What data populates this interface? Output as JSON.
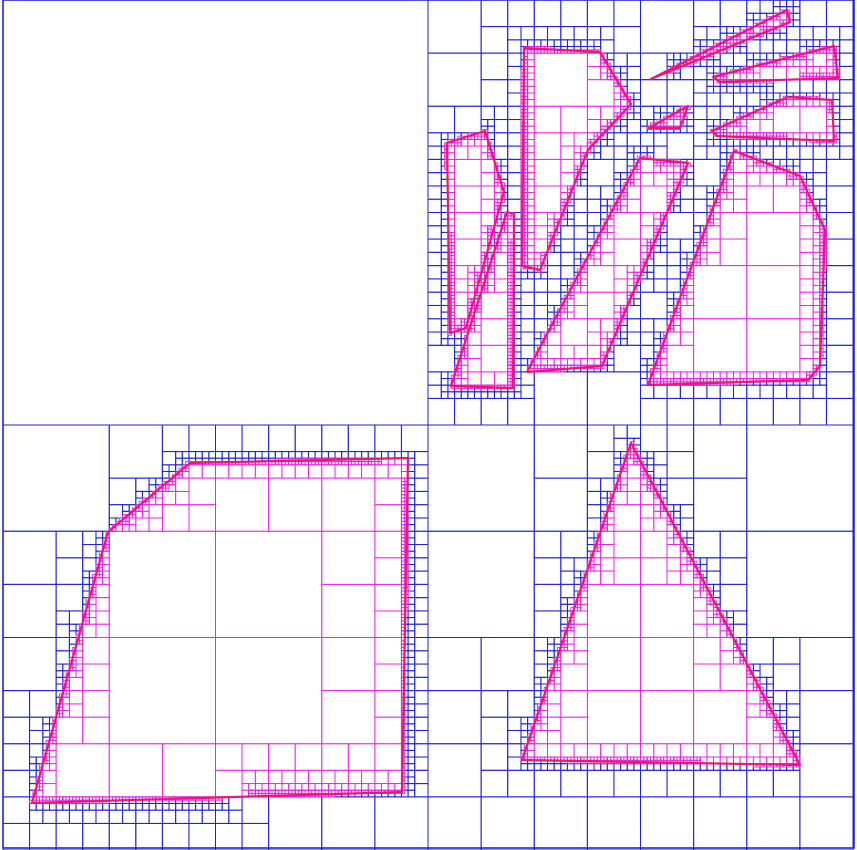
{
  "diagram": {
    "kind": "adaptive quadtree subdivision of polygons",
    "colors": {
      "background": "#ffffff",
      "outer_cells": "#1f22d8",
      "inner_cells": "#f020e8",
      "polygon_outline": "#ee1670"
    },
    "outer_grid_levels": 4,
    "inner_grid_levels": 4,
    "polygon_count": 11
  }
}
